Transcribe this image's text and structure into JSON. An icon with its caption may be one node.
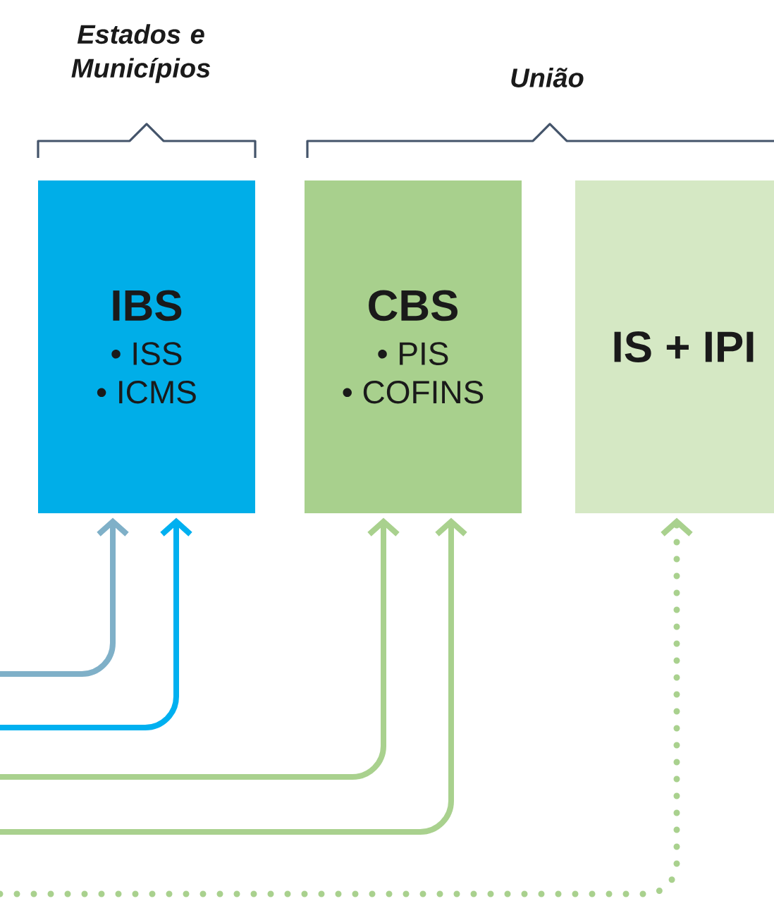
{
  "diagram": {
    "nodes": [
      {
        "text": [
          "IBS",
          "• ISS",
          "• ICMS"
        ]
      },
      {
        "text": [
          "CBS",
          "• PIS",
          "• COFINS"
        ]
      },
      {
        "text": [
          "IS + IPI"
        ]
      }
    ],
    "edges": [
      {
        "from": null,
        "to": 0,
        "arrow": "to",
        "color": "#7fb0c8"
      },
      {
        "from": null,
        "to": 0,
        "arrow": "to",
        "color": "#00b0f0"
      },
      {
        "from": null,
        "to": 1,
        "arrow": "to",
        "color": "#a9d18e"
      },
      {
        "from": null,
        "to": 1,
        "arrow": "to",
        "color": "#a9d18e"
      },
      {
        "from": null,
        "to": 2,
        "arrow": "to",
        "color": "#a9d18e",
        "style": "dashed"
      }
    ],
    "labels": [
      "Estados e Municípios",
      "União"
    ]
  }
}
